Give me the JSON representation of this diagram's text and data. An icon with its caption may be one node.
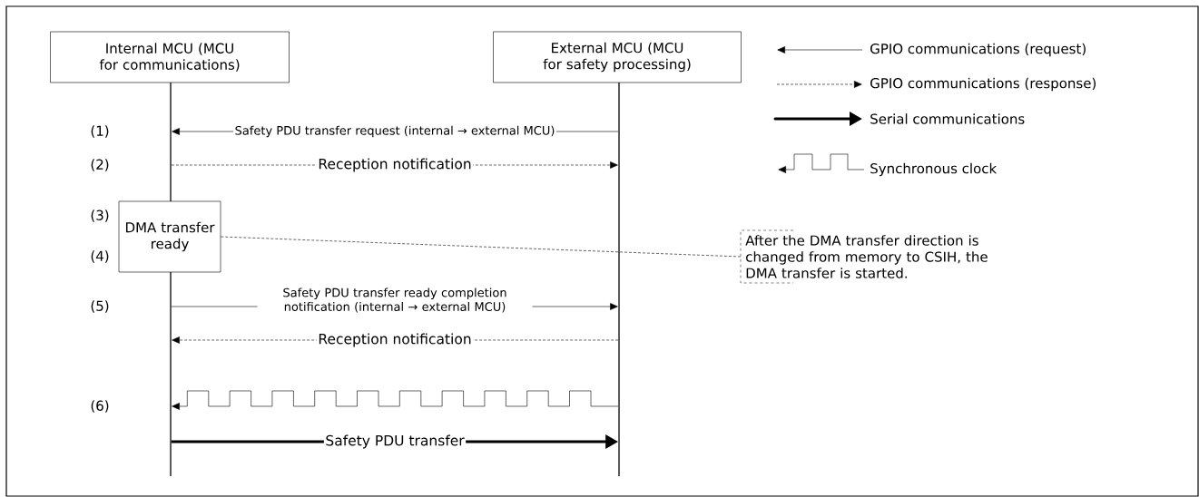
{
  "diagram": {
    "nodes": [
      {
        "text": [
          "Internal MCU (MCU for communications)"
        ]
      },
      {
        "text": [
          "External MCU (MCU for safety processing)"
        ]
      },
      {
        "text": [],
        "shape": "bar"
      },
      {
        "text": [],
        "shape": "bar"
      },
      {
        "text": [
          "DMA transfer ready"
        ]
      },
      {
        "text": [],
        "shape": "bar"
      },
      {
        "text": [
          "After the DMA transfer direction is changed from memory to CSIH, the DMA transfer is started."
        ]
      }
    ],
    "edges": [
      {
        "from": 3,
        "to": 2,
        "arrow": "to",
        "label": "Safety PDU transfer request (internal → external MCU)"
      },
      {
        "from": 2,
        "to": 3,
        "arrow": "to",
        "style": "dashed",
        "label": "Reception notification"
      },
      {
        "from": 5,
        "to": 3,
        "arrow": "to",
        "label": "Safety PDU transfer ready completion notification (internal → external MCU)"
      },
      {
        "from": 3,
        "to": 5,
        "arrow": "to",
        "style": "dashed",
        "label": "Reception notification"
      },
      {
        "from": 3,
        "to": 5,
        "arrow": "to"
      },
      {
        "from": 5,
        "to": 3,
        "arrow": "to",
        "style": "thick",
        "label": "Safety PDU transfer"
      },
      {
        "from": 4,
        "to": 6,
        "arrow": "none",
        "style": "dashed"
      }
    ],
    "labels": [
      "(1)",
      "(2)",
      "(3)",
      "(4)",
      "(5)",
      "(6)"
    ],
    "legend": [
      {
        "text": "GPIO communications (request)"
      },
      {
        "text": "GPIO communications (response)"
      },
      {
        "text": "Serial communications"
      },
      {
        "text": "Synchronous clock"
      }
    ]
  }
}
